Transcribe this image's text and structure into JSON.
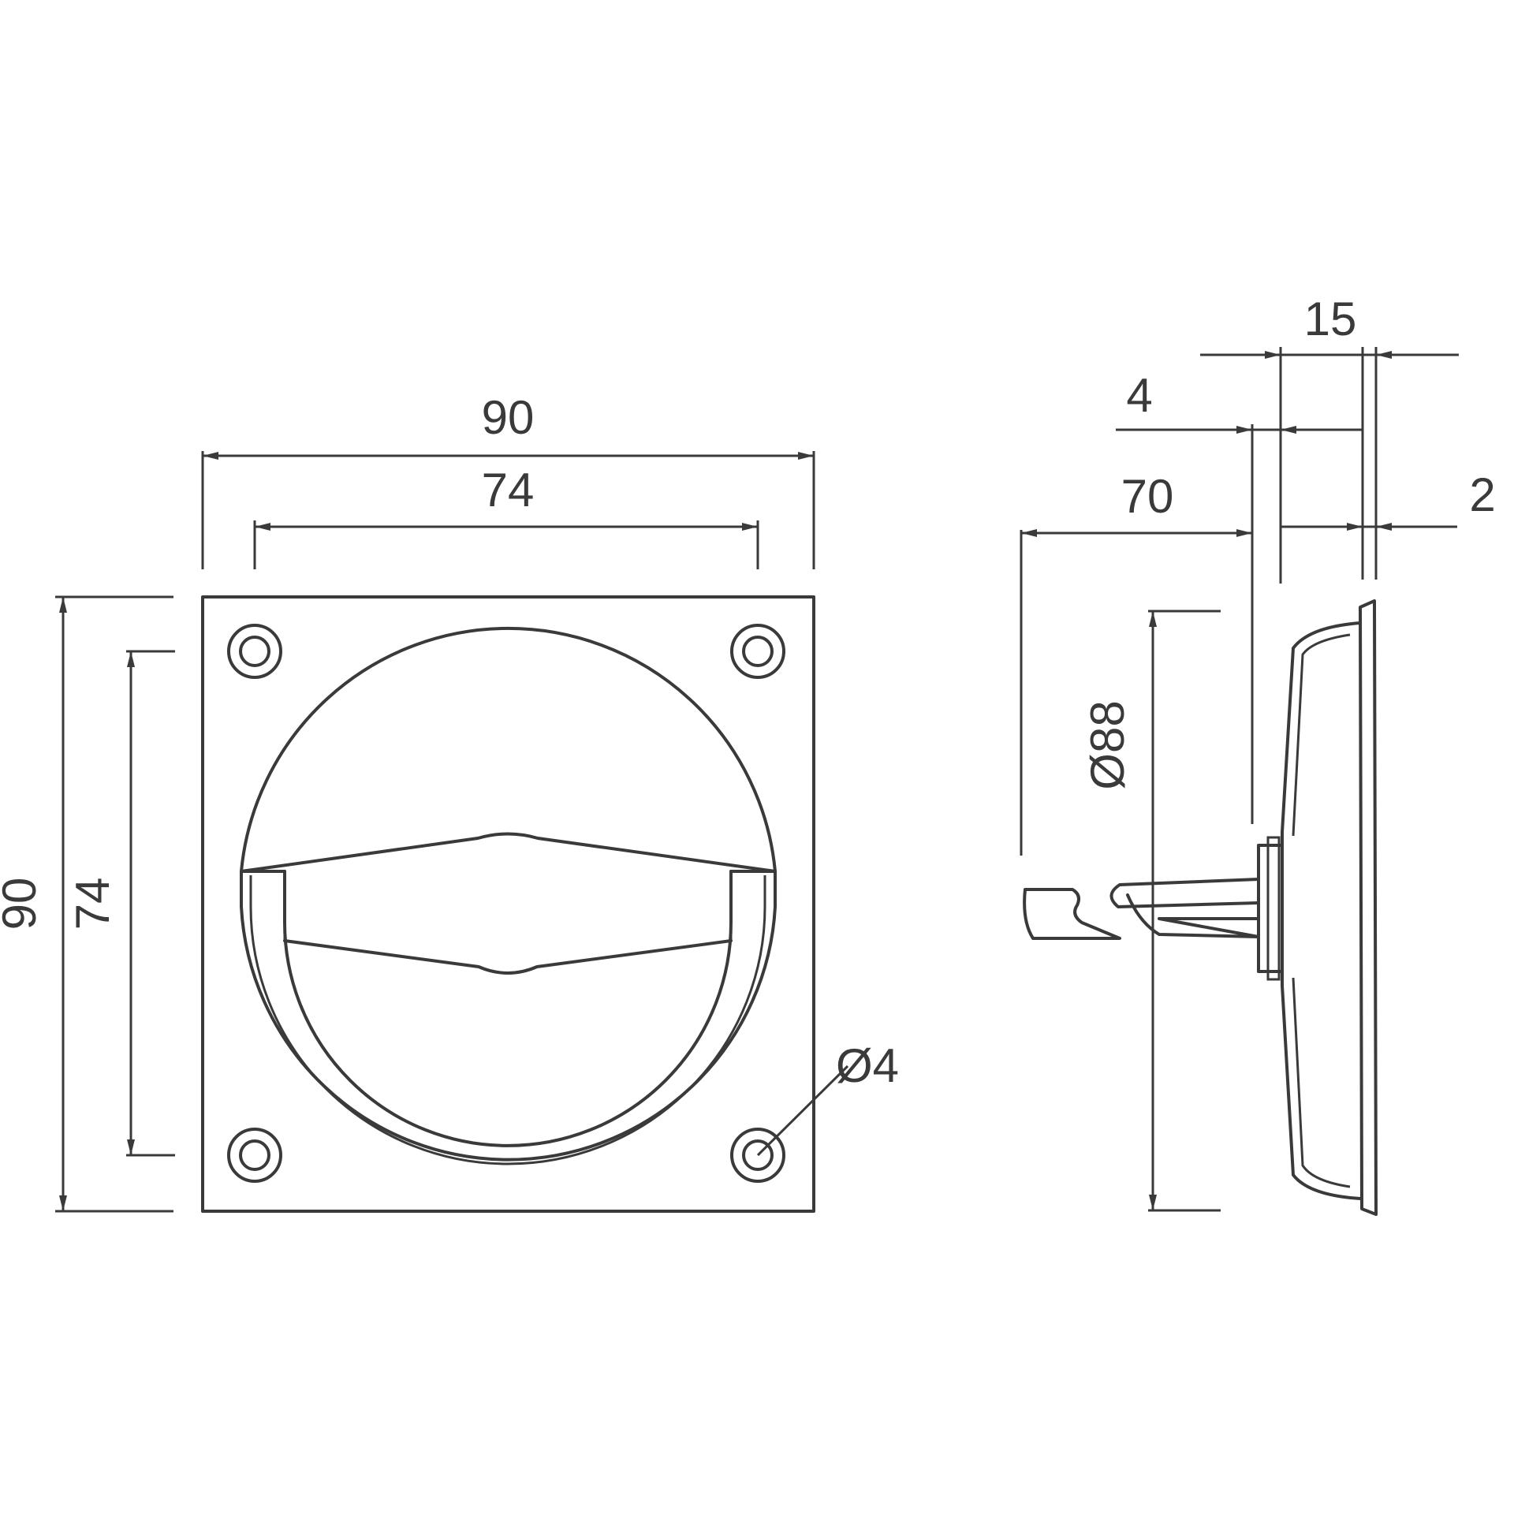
{
  "front_view": {
    "width_overall": "90",
    "width_holes": "74",
    "height_overall": "90",
    "height_holes": "74",
    "hole_diameter": "Ø4"
  },
  "side_view": {
    "depth_total": "15",
    "ring_offset": "4",
    "body_depth": "70",
    "flange_thickness": "2",
    "ring_diameter": "Ø88"
  },
  "colors": {
    "line": "#3a3a3a",
    "background": "#ffffff"
  }
}
